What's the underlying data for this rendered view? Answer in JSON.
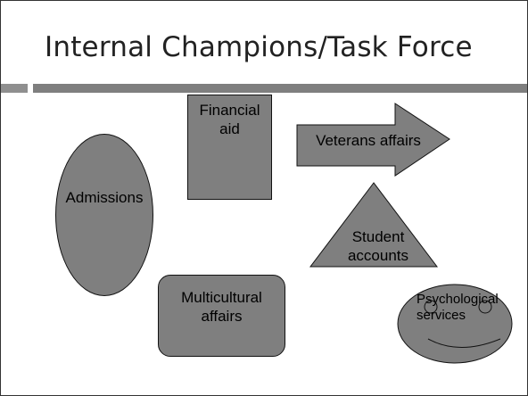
{
  "slide": {
    "title": "Internal Champions/Task Force"
  },
  "shapes": {
    "financial_aid": "Financial\naid",
    "veterans_affairs": "Veterans affairs",
    "admissions": "Admissions",
    "student_accounts": "Student\naccounts",
    "multicultural_affairs": "Multicultural\naffairs",
    "psychological_services": "Psychological\nservices"
  },
  "colors": {
    "shape_fill": "#7f7f7f",
    "shape_outline": "#111111",
    "accent_bar": "#7f7f7f"
  }
}
